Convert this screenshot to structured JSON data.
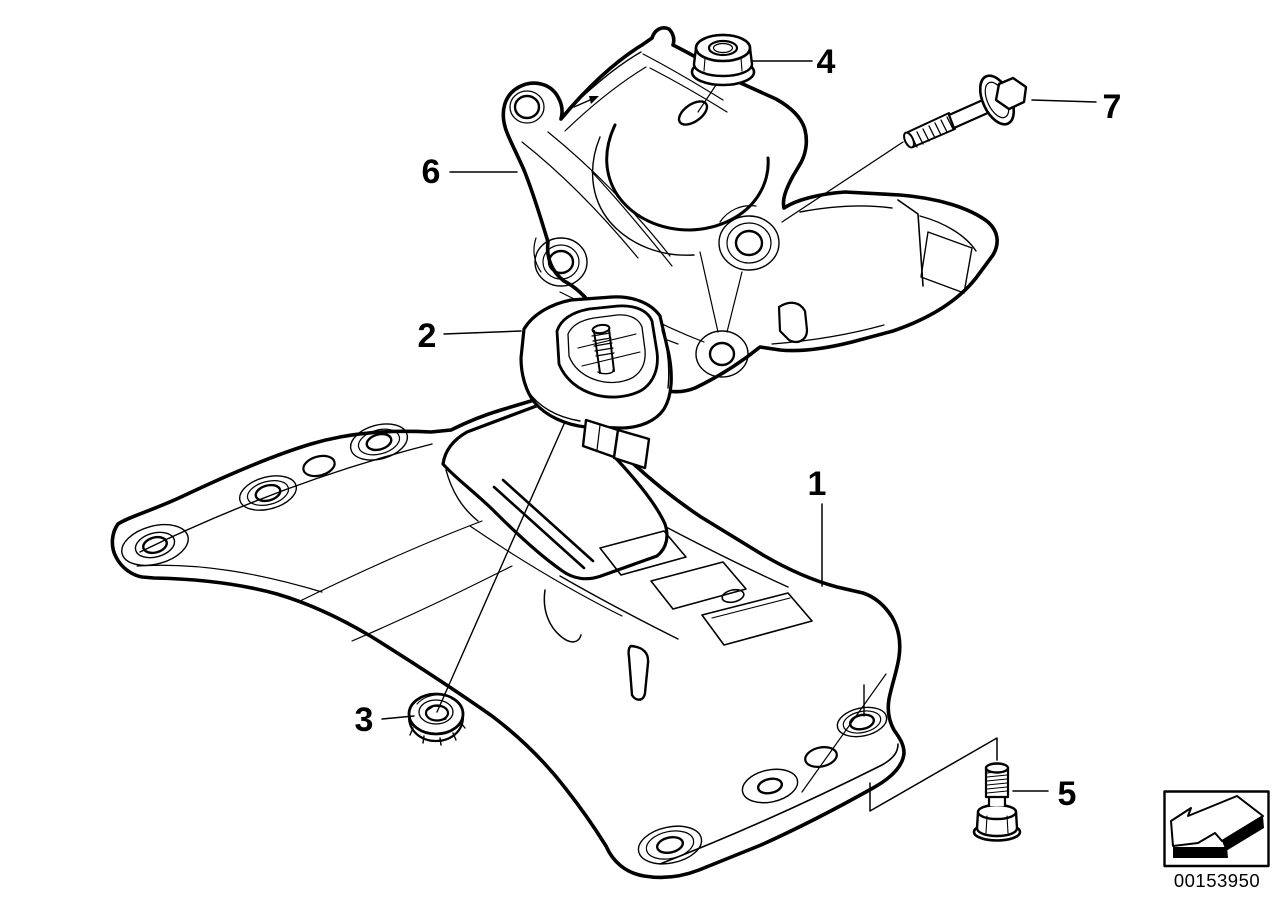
{
  "diagram": {
    "title_hint": "gearbox-suspension-exploded-diagram",
    "colors": {
      "line": "#000000",
      "background": "#ffffff"
    },
    "callouts": [
      {
        "number": "1"
      },
      {
        "number": "2"
      },
      {
        "number": "3"
      },
      {
        "number": "4"
      },
      {
        "number": "5"
      },
      {
        "number": "6"
      },
      {
        "number": "7"
      }
    ],
    "legend_box": {
      "icon": "direction-arrow-down-left"
    },
    "footer": {
      "part_number": "00153950"
    }
  }
}
